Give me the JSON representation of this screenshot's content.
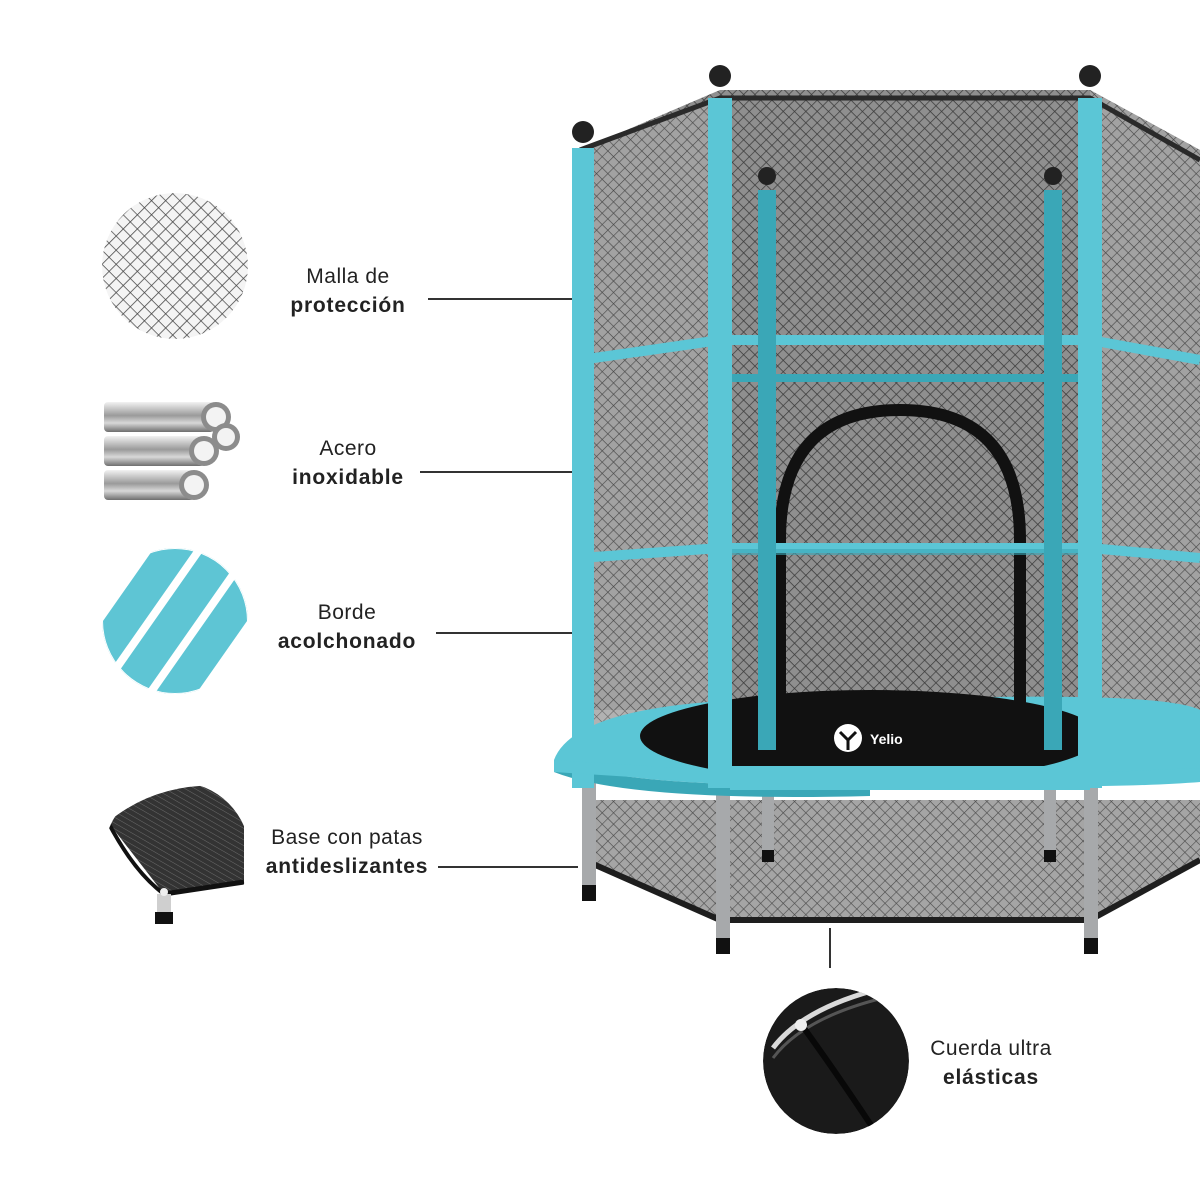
{
  "features": [
    {
      "id": "mesh",
      "icon": "mesh-net-icon",
      "line1": "Malla de",
      "line2": "protección"
    },
    {
      "id": "steel",
      "icon": "steel-tubes-icon",
      "line1": "Acero",
      "line2": "inoxidable"
    },
    {
      "id": "padding",
      "icon": "padded-edge-icon",
      "line1": "Borde",
      "line2": "acolchonado"
    },
    {
      "id": "base",
      "icon": "non-slip-leg-icon",
      "line1": "Base con patas",
      "line2": "antideslizantes"
    },
    {
      "id": "rope",
      "icon": "elastic-rope-icon",
      "line1": "Cuerda ultra",
      "line2": "elásticas"
    }
  ],
  "brand": {
    "name": "Yelio"
  },
  "colors": {
    "frame": "#5bc6d6",
    "net": "#3a3a3a",
    "mat": "#111111",
    "legs": "#a7a9ab"
  }
}
